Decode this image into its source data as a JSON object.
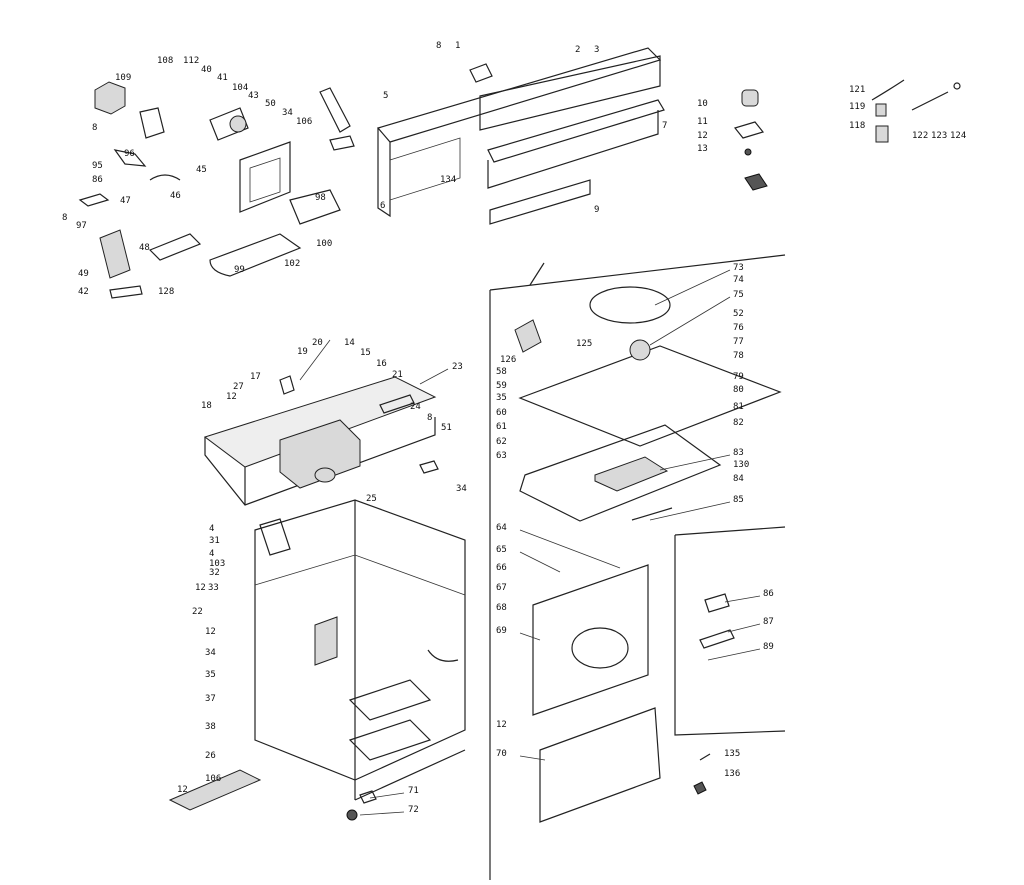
{
  "labels": {
    "l108": "108",
    "l112": "112",
    "l40": "40",
    "l41": "41",
    "l109": "109",
    "l104": "104",
    "l43": "43",
    "l50": "50",
    "l34a": "34",
    "l106a": "106",
    "l8a": "8",
    "l96": "96",
    "l95": "95",
    "l86": "86",
    "l45": "45",
    "l47": "47",
    "l46": "46",
    "l8b": "8",
    "l97": "97",
    "l48": "48",
    "l49": "49",
    "l42": "42",
    "l128": "128",
    "l98": "98",
    "l100": "100",
    "l99": "99",
    "l102": "102",
    "l8c": "8",
    "l1": "1",
    "l2": "2",
    "l3": "3",
    "l5": "5",
    "l7": "7",
    "l134": "134",
    "l6": "6",
    "l9": "9",
    "l10": "10",
    "l11": "11",
    "l12a": "12",
    "l13": "13",
    "l121": "121",
    "l119": "119",
    "l118": "118",
    "l122": "122",
    "l123": "123",
    "l124": "124",
    "l20": "20",
    "l14": "14",
    "l19": "19",
    "l15": "15",
    "l16": "16",
    "l17": "17",
    "l21": "21",
    "l23": "23",
    "l27": "27",
    "l18": "18",
    "l12b": "12",
    "l24": "24",
    "l8d": "8",
    "l51": "51",
    "l25": "25",
    "l34b": "34",
    "l4a": "4",
    "l31": "31",
    "l4b": "4",
    "l103": "103",
    "l32": "32",
    "l12c": "12",
    "l33": "33",
    "l22": "22",
    "l12d": "12",
    "l34c": "34",
    "l35a": "35",
    "l37": "37",
    "l38": "38",
    "l26": "26",
    "l106b": "106",
    "l12e": "12",
    "l71": "71",
    "l72": "72",
    "l73": "73",
    "l74": "74",
    "l75": "75",
    "l52": "52",
    "l125": "125",
    "l76": "76",
    "l77": "77",
    "l78": "78",
    "l126": "126",
    "l58": "58",
    "l59": "59",
    "l35b": "35",
    "l60": "60",
    "l61": "61",
    "l62": "62",
    "l63": "63",
    "l79": "79",
    "l80": "80",
    "l81": "81",
    "l82": "82",
    "l83": "83",
    "l130": "130",
    "l84": "84",
    "l85": "85",
    "l64": "64",
    "l65": "65",
    "l66": "66",
    "l67": "67",
    "l68": "68",
    "l69": "69",
    "l12f": "12",
    "l70": "70",
    "l86b": "86",
    "l87": "87",
    "l89": "89",
    "l135": "135",
    "l136": "136"
  }
}
